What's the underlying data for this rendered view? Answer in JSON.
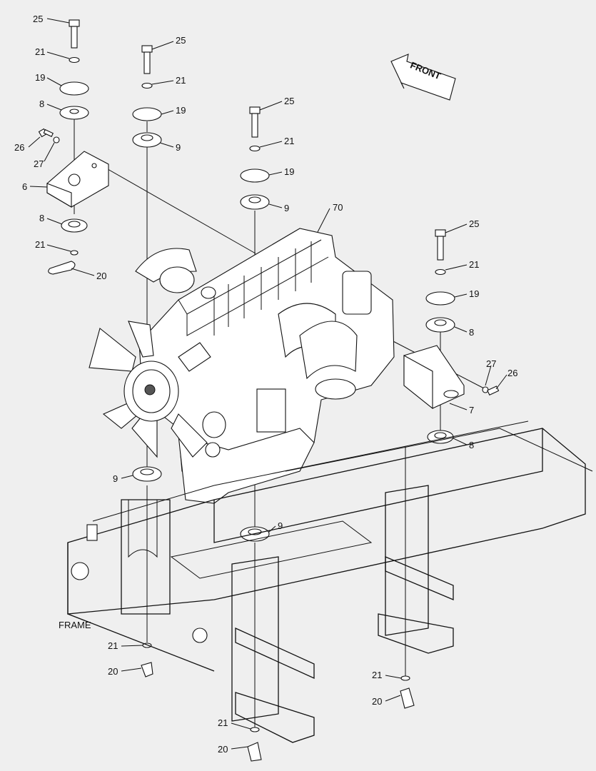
{
  "colors": {
    "background": "#efefef",
    "ink": "#111111",
    "fill": "#ffffff"
  },
  "direction_arrow": {
    "text": "FRONT"
  },
  "frame_label": "FRAME",
  "callouts": [
    {
      "id": "c1",
      "text": "25"
    },
    {
      "id": "c2",
      "text": "21"
    },
    {
      "id": "c3",
      "text": "19"
    },
    {
      "id": "c4",
      "text": "8"
    },
    {
      "id": "c5",
      "text": "26"
    },
    {
      "id": "c6",
      "text": "27"
    },
    {
      "id": "c7",
      "text": "6"
    },
    {
      "id": "c8",
      "text": "8"
    },
    {
      "id": "c9",
      "text": "21"
    },
    {
      "id": "c10",
      "text": "20"
    },
    {
      "id": "c11",
      "text": "25"
    },
    {
      "id": "c12",
      "text": "21"
    },
    {
      "id": "c13",
      "text": "19"
    },
    {
      "id": "c14",
      "text": "9"
    },
    {
      "id": "c15",
      "text": "25"
    },
    {
      "id": "c16",
      "text": "21"
    },
    {
      "id": "c17",
      "text": "19"
    },
    {
      "id": "c18",
      "text": "9"
    },
    {
      "id": "c19",
      "text": "70"
    },
    {
      "id": "c20",
      "text": "25"
    },
    {
      "id": "c21",
      "text": "21"
    },
    {
      "id": "c22",
      "text": "19"
    },
    {
      "id": "c23",
      "text": "8"
    },
    {
      "id": "c24",
      "text": "27"
    },
    {
      "id": "c25",
      "text": "26"
    },
    {
      "id": "c26",
      "text": "7"
    },
    {
      "id": "c27",
      "text": "8"
    },
    {
      "id": "c28",
      "text": "9"
    },
    {
      "id": "c29",
      "text": "9"
    },
    {
      "id": "c30",
      "text": "21"
    },
    {
      "id": "c31",
      "text": "20"
    },
    {
      "id": "c32",
      "text": "21"
    },
    {
      "id": "c33",
      "text": "20"
    },
    {
      "id": "c34",
      "text": "21"
    },
    {
      "id": "c35",
      "text": "20"
    }
  ]
}
